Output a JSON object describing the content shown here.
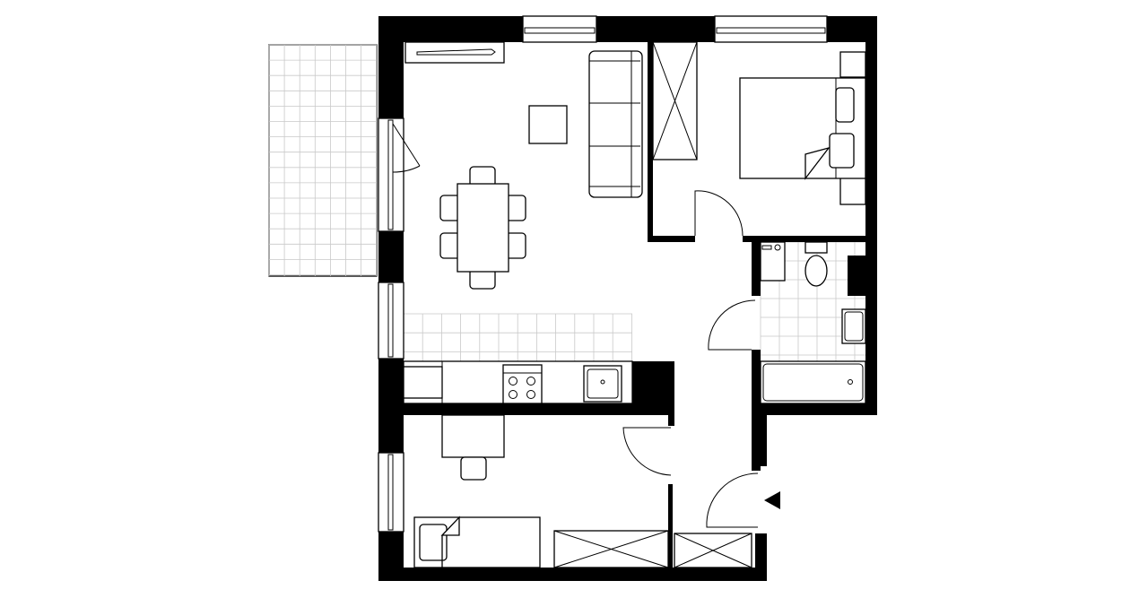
{
  "plan": {
    "colors": {
      "wall": "#000000",
      "background": "#ffffff",
      "line": "#000000",
      "tile": "#c9c9c9"
    },
    "rooms": [
      "living-dining-kitchen",
      "bedroom",
      "bathroom",
      "second-bedroom",
      "hallway",
      "balcony"
    ],
    "entrance_marker": "triangle-left"
  }
}
